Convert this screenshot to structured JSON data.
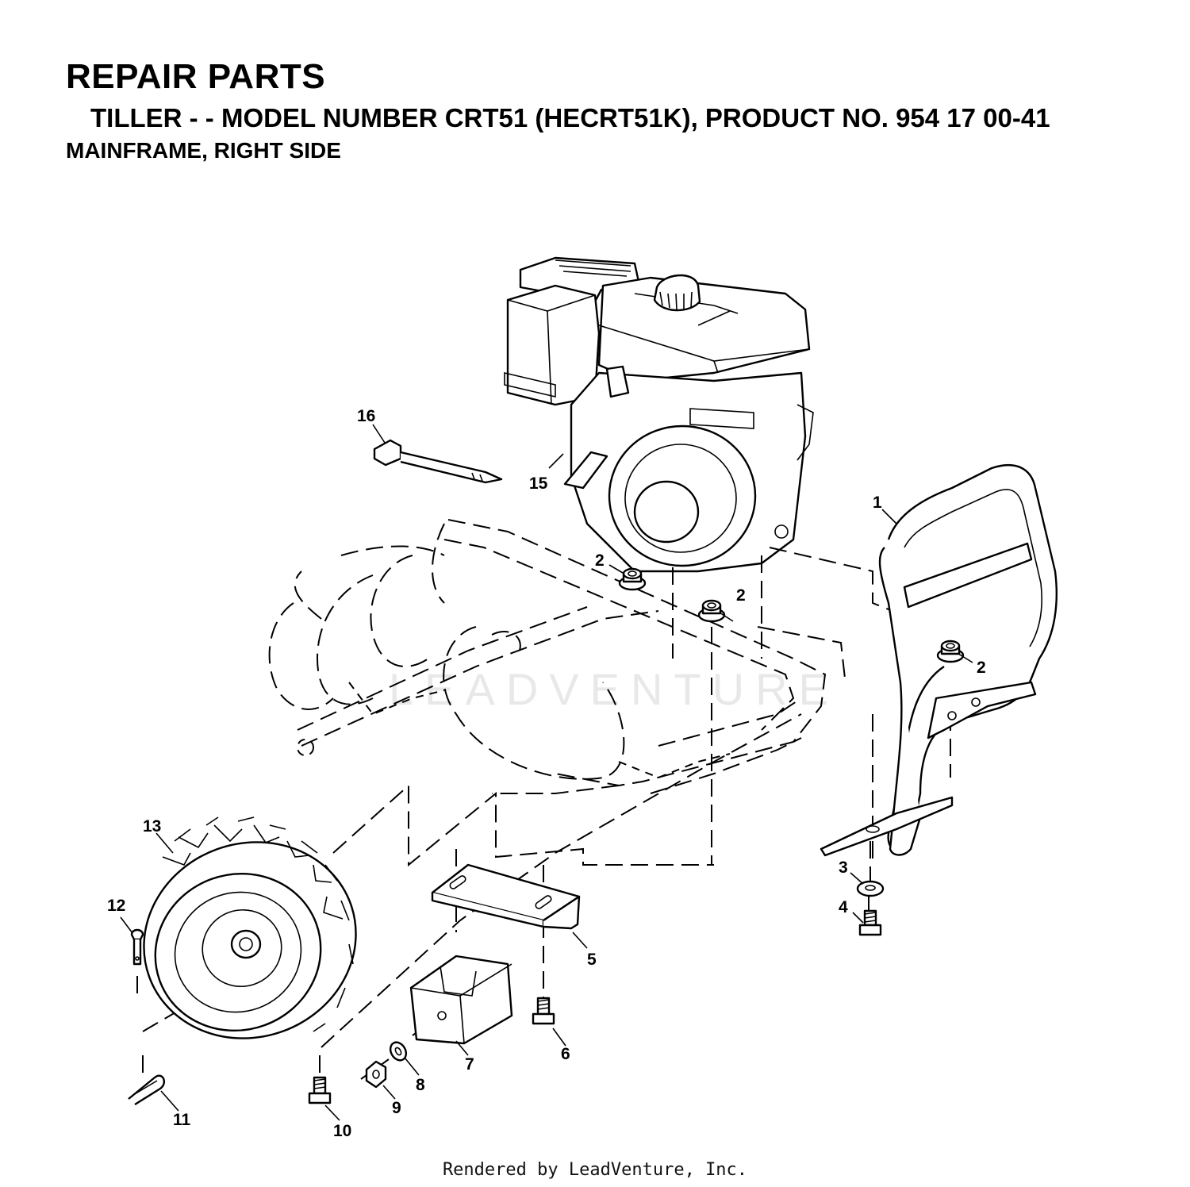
{
  "header": {
    "title": "REPAIR PARTS",
    "subtitle": "TILLER - - MODEL NUMBER CRT51 (HECRT51K), PRODUCT NO. 954 17 00-41",
    "section": "MAINFRAME, RIGHT SIDE"
  },
  "callouts": {
    "c1": "1",
    "c2a": "2",
    "c2b": "2",
    "c2c": "2",
    "c3": "3",
    "c4": "4",
    "c5": "5",
    "c6": "6",
    "c7": "7",
    "c8": "8",
    "c9": "9",
    "c10": "10",
    "c11": "11",
    "c12": "12",
    "c13": "13",
    "c15": "15",
    "c16": "16"
  },
  "watermark": "LEADVENTURE",
  "footer": "Rendered by LeadVenture, Inc."
}
